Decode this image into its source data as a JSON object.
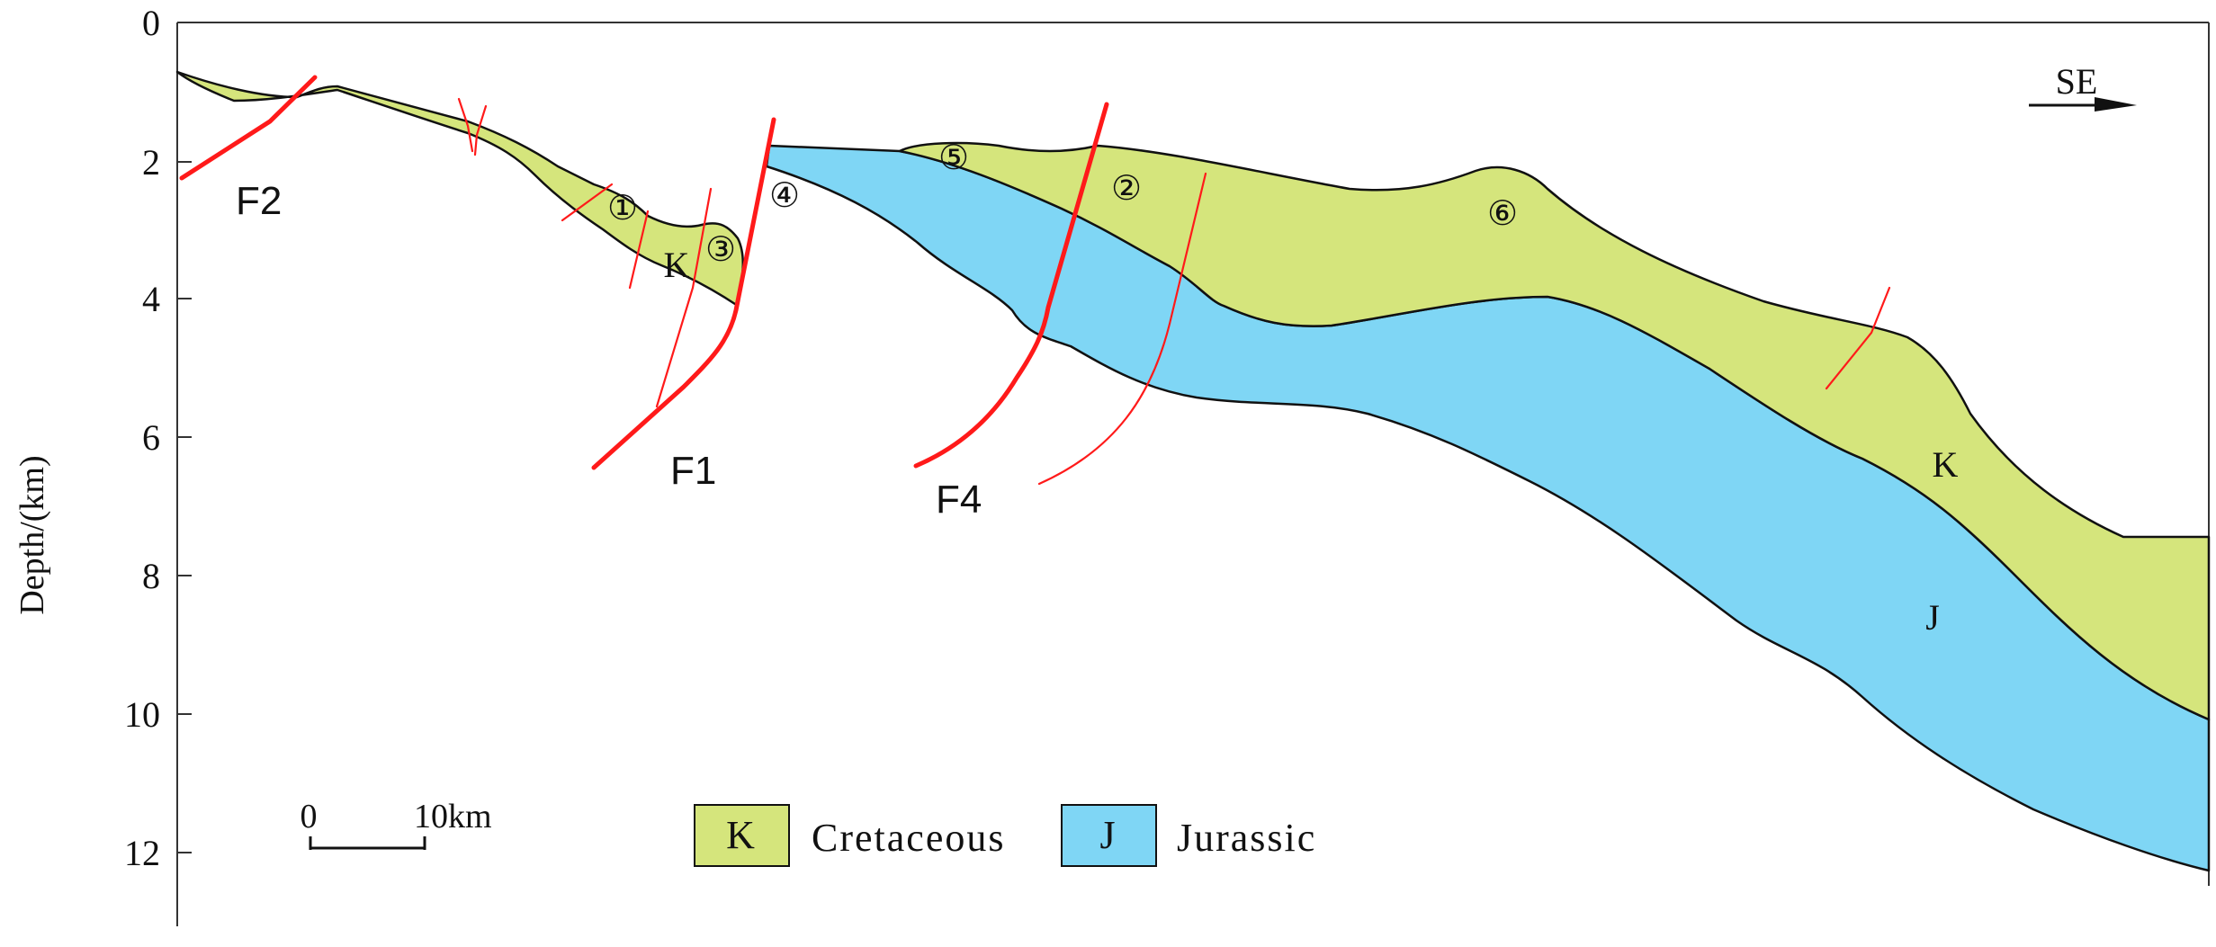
{
  "axis": {
    "ylabel": "Depth/(km)",
    "ticks": [
      "0",
      "2",
      "4",
      "6",
      "8",
      "10",
      "12"
    ],
    "range_km": [
      0,
      13
    ]
  },
  "direction": "SE",
  "faults": [
    "F1",
    "F2",
    "F4"
  ],
  "markers": [
    "①",
    "②",
    "③",
    "④",
    "⑤",
    "⑥"
  ],
  "units": {
    "k1": "K",
    "k2": "K",
    "j": "J"
  },
  "scale_bar": {
    "start": "0",
    "end": "10km"
  },
  "legend": [
    {
      "symbol": "K",
      "label": "Cretaceous",
      "color": "#d5e57c"
    },
    {
      "symbol": "J",
      "label": "Jurassic",
      "color": "#7fd6f5"
    }
  ],
  "colors": {
    "cretaceous": "#d5e57c",
    "jurassic": "#7fd6f5",
    "fault": "#ff1a1a",
    "line": "#111111"
  }
}
